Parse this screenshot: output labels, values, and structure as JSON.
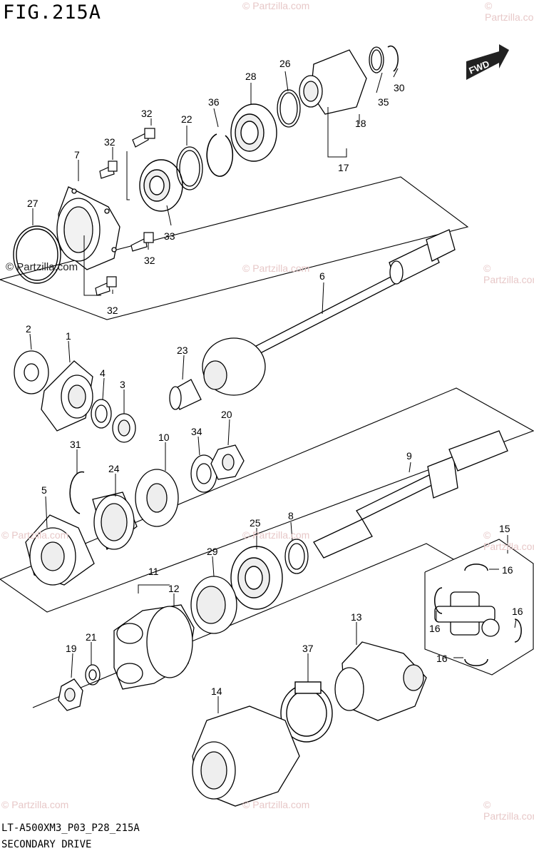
{
  "figure": {
    "title": "FIG.215A",
    "footer_code": "LT-A500XM3_P03_P28_215A",
    "footer_title": "SECONDARY DRIVE",
    "copyright": "© Partzilla.com",
    "watermark": "© Partzilla.com",
    "direction_label": "FWD"
  },
  "callouts": [
    {
      "id": "c1",
      "label": "1"
    },
    {
      "id": "c2",
      "label": "2"
    },
    {
      "id": "c3",
      "label": "3"
    },
    {
      "id": "c4",
      "label": "4"
    },
    {
      "id": "c5",
      "label": "5"
    },
    {
      "id": "c6",
      "label": "6"
    },
    {
      "id": "c7",
      "label": "7"
    },
    {
      "id": "c8",
      "label": "8"
    },
    {
      "id": "c9",
      "label": "9"
    },
    {
      "id": "c10",
      "label": "10"
    },
    {
      "id": "c11",
      "label": "11"
    },
    {
      "id": "c12",
      "label": "12"
    },
    {
      "id": "c13",
      "label": "13"
    },
    {
      "id": "c14",
      "label": "14"
    },
    {
      "id": "c15",
      "label": "15"
    },
    {
      "id": "c16a",
      "label": "16"
    },
    {
      "id": "c16b",
      "label": "16"
    },
    {
      "id": "c16c",
      "label": "16"
    },
    {
      "id": "c16d",
      "label": "16"
    },
    {
      "id": "c17",
      "label": "17"
    },
    {
      "id": "c18",
      "label": "18"
    },
    {
      "id": "c19",
      "label": "19"
    },
    {
      "id": "c20",
      "label": "20"
    },
    {
      "id": "c21",
      "label": "21"
    },
    {
      "id": "c22",
      "label": "22"
    },
    {
      "id": "c23",
      "label": "23"
    },
    {
      "id": "c24",
      "label": "24"
    },
    {
      "id": "c25",
      "label": "25"
    },
    {
      "id": "c26",
      "label": "26"
    },
    {
      "id": "c27",
      "label": "27"
    },
    {
      "id": "c28",
      "label": "28"
    },
    {
      "id": "c29",
      "label": "29"
    },
    {
      "id": "c30",
      "label": "30"
    },
    {
      "id": "c31",
      "label": "31"
    },
    {
      "id": "c32a",
      "label": "32"
    },
    {
      "id": "c32b",
      "label": "32"
    },
    {
      "id": "c32c",
      "label": "32"
    },
    {
      "id": "c32d",
      "label": "32"
    },
    {
      "id": "c33",
      "label": "33"
    },
    {
      "id": "c34",
      "label": "34"
    },
    {
      "id": "c35",
      "label": "35"
    },
    {
      "id": "c36",
      "label": "36"
    },
    {
      "id": "c37",
      "label": "37"
    }
  ]
}
